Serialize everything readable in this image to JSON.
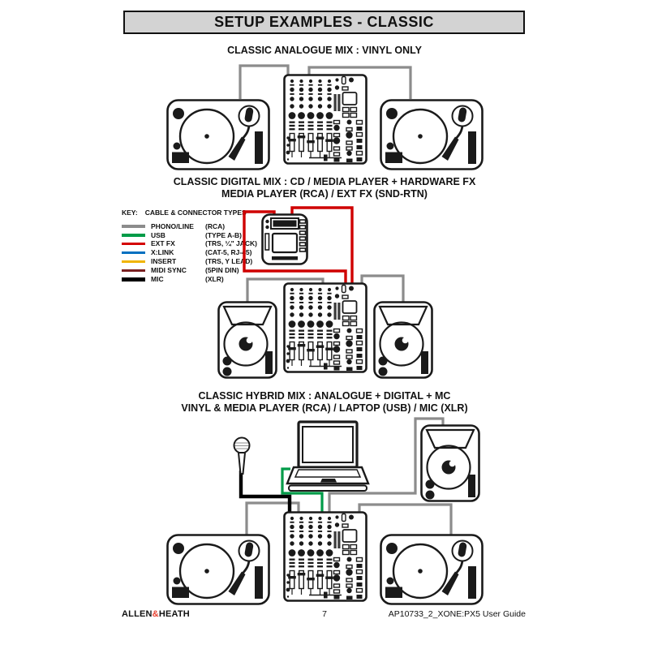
{
  "page": {
    "title": "SETUP EXAMPLES - CLASSIC",
    "footer": {
      "brand_left": "ALLEN",
      "brand_amp": "&",
      "brand_right": "HEATH",
      "page_number": "7",
      "doc_ref": "AP10733_2_XONE:PX5 User Guide"
    }
  },
  "sections": [
    {
      "title_lines": [
        "CLASSIC ANALOGUE MIX : VINYL ONLY"
      ],
      "devices": [
        "turntable",
        "mixer",
        "turntable"
      ],
      "cables": [
        "PHONO/LINE"
      ]
    },
    {
      "title_lines": [
        "CLASSIC DIGITAL MIX : CD / MEDIA PLAYER + HARDWARE FX",
        "MEDIA PLAYER (RCA) / EXT FX (SND-RTN)"
      ],
      "devices": [
        "media-player",
        "fx-unit",
        "mixer",
        "media-player"
      ],
      "cables": [
        "PHONO/LINE",
        "EXT FX"
      ]
    },
    {
      "title_lines": [
        "CLASSIC HYBRID MIX : ANALOGUE + DIGITAL + MC",
        "VINYL & MEDIA PLAYER (RCA) / LAPTOP (USB) / MIC (XLR)"
      ],
      "devices": [
        "microphone",
        "laptop",
        "media-player",
        "turntable",
        "mixer",
        "turntable"
      ],
      "cables": [
        "PHONO/LINE",
        "USB",
        "MIC"
      ]
    }
  ],
  "key": {
    "label": "KEY:",
    "title": "CABLE & CONNECTOR TYPES",
    "items": [
      {
        "name": "PHONO/LINE",
        "connector": "(RCA)",
        "color": "#8C8C8C"
      },
      {
        "name": "USB",
        "connector": "(TYPE A-B)",
        "color": "#009B48"
      },
      {
        "name": "EXT FX",
        "connector": "(TRS, ¼\" JACK)",
        "color": "#D40000"
      },
      {
        "name": "X:LINK",
        "connector": "(CAT-5, RJ-45)",
        "color": "#0070C0"
      },
      {
        "name": "INSERT",
        "connector": "(TRS, Y LEAD)",
        "color": "#F0B400"
      },
      {
        "name": "MIDI SYNC",
        "connector": "(5PIN DIN)",
        "color": "#7A2021"
      },
      {
        "name": "MIC",
        "connector": "(XLR)",
        "color": "#000000"
      }
    ]
  },
  "colors": {
    "cable_phono": "#8C8C8C",
    "cable_usb": "#009B48",
    "cable_ext_fx": "#CF0000",
    "cable_xlink": "#0070C0",
    "cable_insert": "#F0B400",
    "cable_midi": "#7A2021",
    "cable_mic": "#000000",
    "brand_ampersand": "#E8402F",
    "title_bar_bg": "#D3D3D3"
  }
}
